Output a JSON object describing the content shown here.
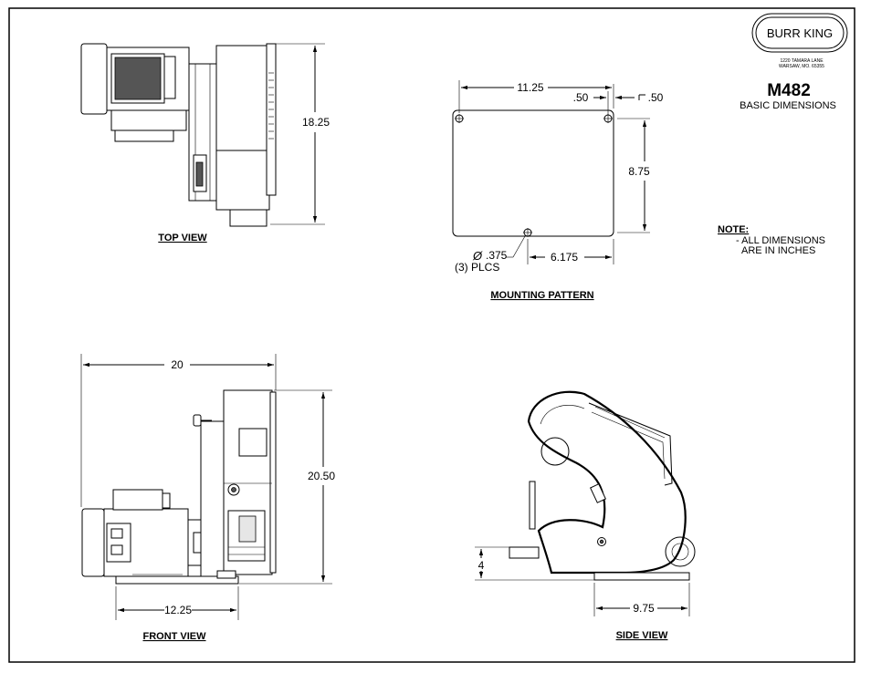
{
  "logo": {
    "name": "BURR KING"
  },
  "address": {
    "line1": "1220 TAMARA LANE",
    "line2": "WARSAW, MO. 65355"
  },
  "model": {
    "number": "M482",
    "subtitle": "BASIC DIMENSIONS"
  },
  "note": {
    "title": "NOTE:",
    "line1": "- ALL DIMENSIONS",
    "line2": "ARE IN INCHES"
  },
  "views": {
    "top": {
      "label": "TOP VIEW",
      "depth": "18.25"
    },
    "mounting": {
      "label": "MOUNTING PATTERN",
      "width": "11.25",
      "edge_offset_x": ".50",
      "edge_offset_y": ".50",
      "height": "8.75",
      "hole_spacing": "6.175",
      "hole_diameter": ".375",
      "hole_count": "(3) PLCS"
    },
    "front": {
      "label": "FRONT VIEW",
      "width": "20",
      "height": "20.50",
      "base_width": "12.25"
    },
    "side": {
      "label": "SIDE VIEW",
      "height": "4",
      "base_width": "9.75"
    }
  },
  "symbols": {
    "diameter": "Ø"
  }
}
